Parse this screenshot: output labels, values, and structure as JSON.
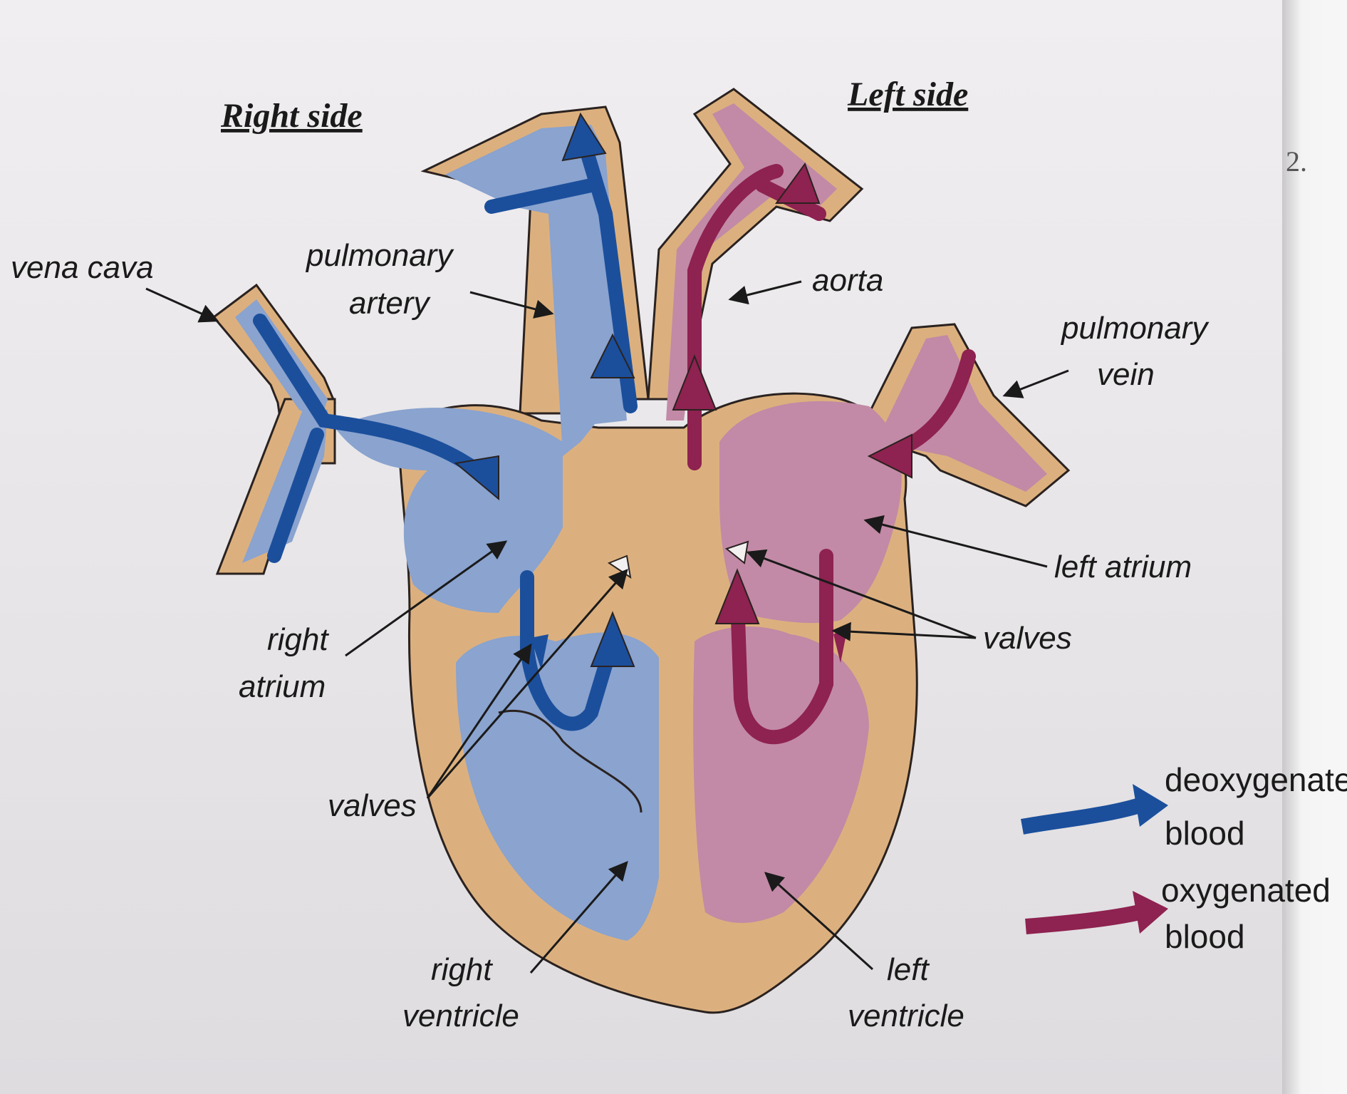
{
  "headings": {
    "right": "Right side",
    "left": "Left side"
  },
  "labels": {
    "vena_cava": "vena cava",
    "pulmonary_artery": [
      "pulmonary",
      "artery"
    ],
    "aorta": "aorta",
    "pulmonary_vein": [
      "pulmonary",
      "vein"
    ],
    "left_atrium": "left atrium",
    "valves_left": "valves",
    "right_atrium": [
      "right",
      "atrium"
    ],
    "valves_right": "valves",
    "right_ventricle": [
      "right",
      "ventricle"
    ],
    "left_ventricle": [
      "left",
      "ventricle"
    ]
  },
  "key": {
    "deoxygenated": [
      "deoxygenate",
      "blood"
    ],
    "oxygenated": [
      "oxygenated",
      "blood"
    ]
  },
  "page_number": "2.",
  "colors": {
    "wall": "#dcb07e",
    "deoxygenated_fill": "#8aa3cf",
    "deoxygenated_arrow": "#1b4f9c",
    "oxygenated_fill": "#c28aa6",
    "oxygenated_arrow": "#8e2250",
    "outline": "#2a2220"
  }
}
